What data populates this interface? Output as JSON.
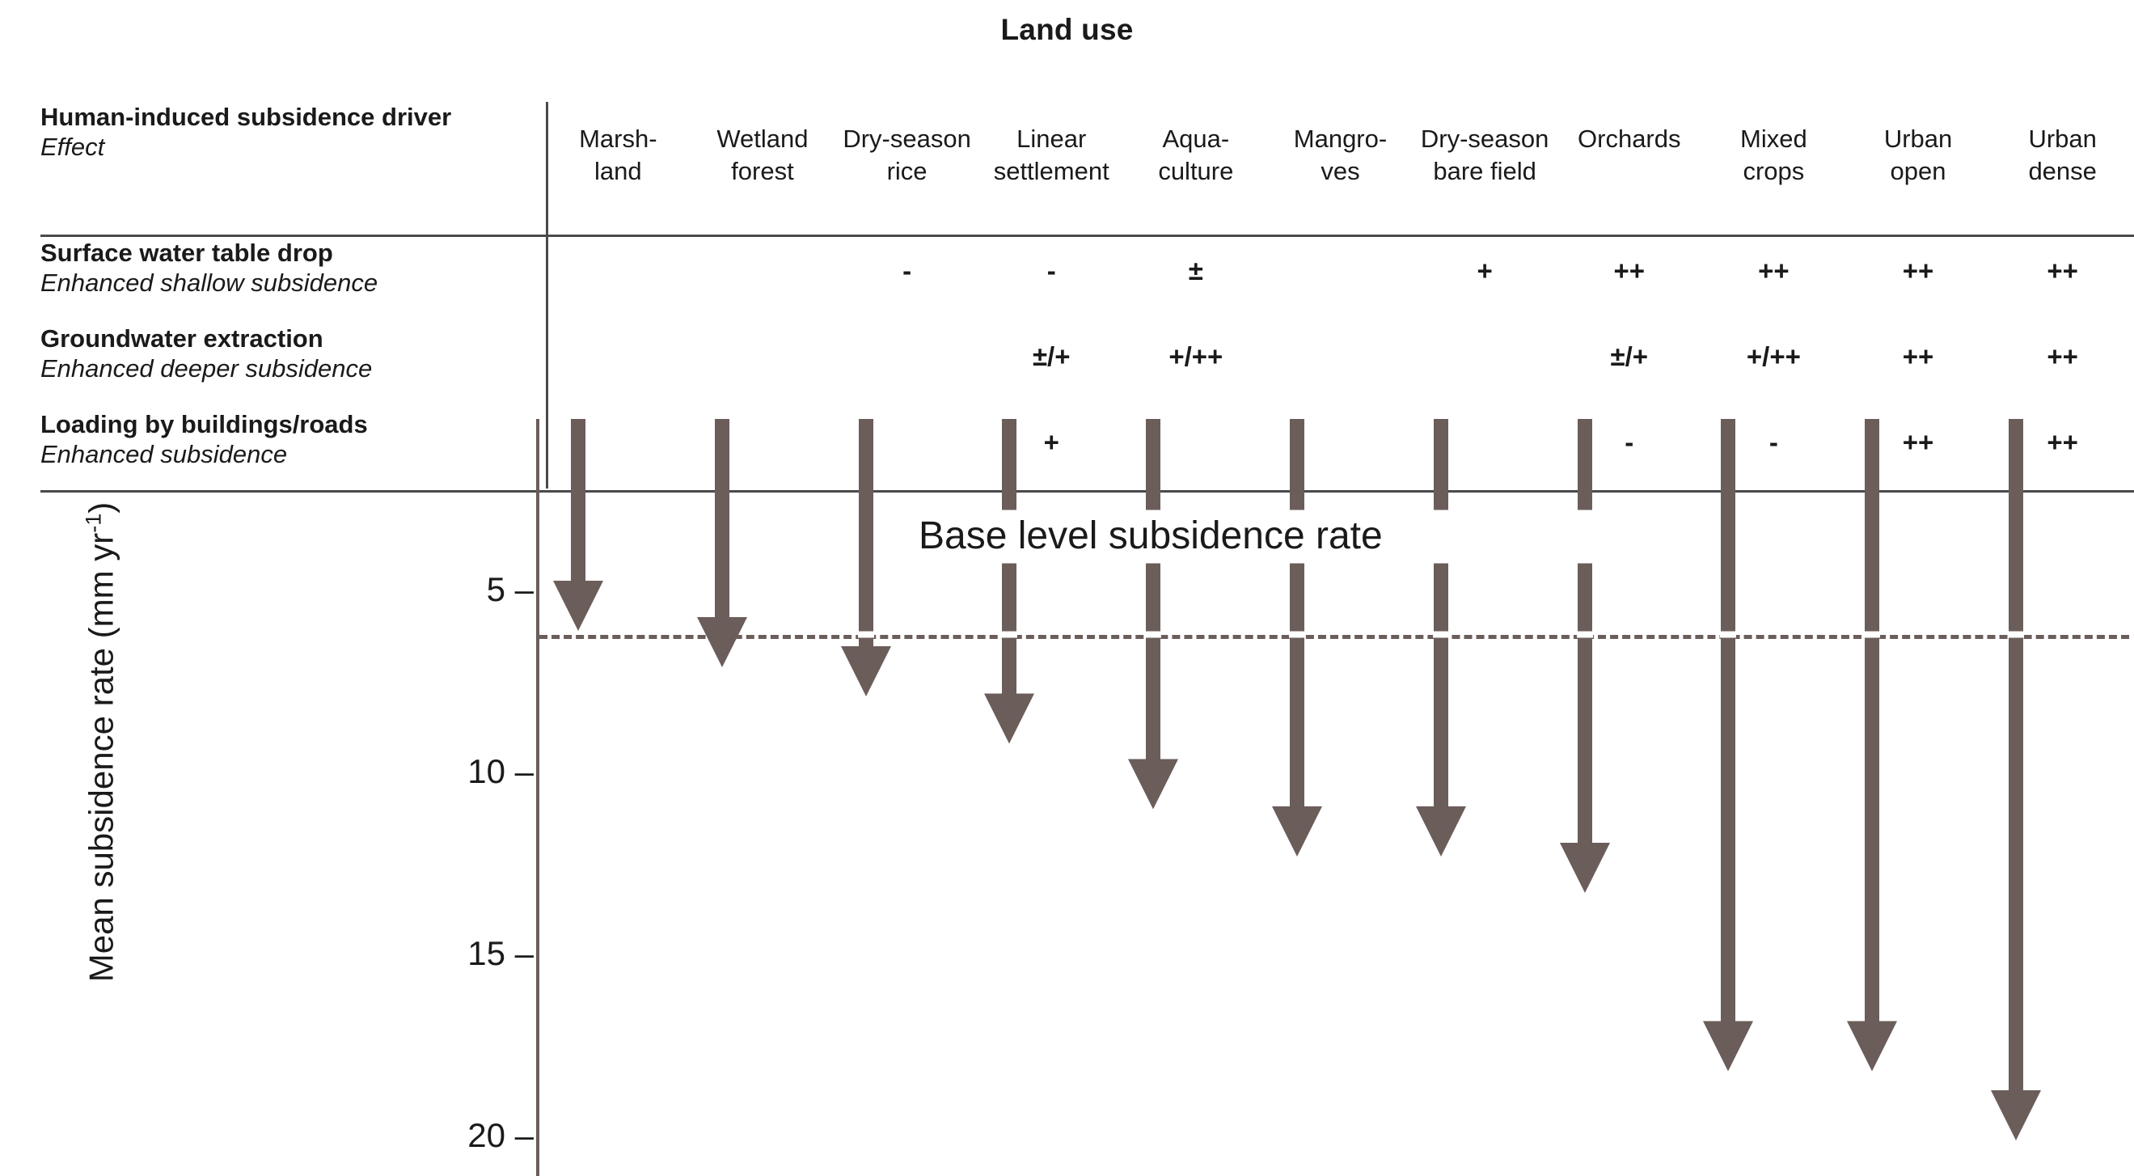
{
  "title": "Land use",
  "table": {
    "corner_label_line1": "Human-induced subsidence driver",
    "corner_label_line2": "Effect",
    "columns": [
      {
        "line1": "Marsh-",
        "line2": "land"
      },
      {
        "line1": "Wetland",
        "line2": "forest"
      },
      {
        "line1": "Dry-season",
        "line2": "rice"
      },
      {
        "line1": "Linear",
        "line2": "settlement"
      },
      {
        "line1": "Aqua-",
        "line2": "culture"
      },
      {
        "line1": "Mangro-",
        "line2": "ves"
      },
      {
        "line1": "Dry-season",
        "line2": "bare field"
      },
      {
        "line1": "Orchards",
        "line2": ""
      },
      {
        "line1": "Mixed",
        "line2": "crops"
      },
      {
        "line1": "Urban",
        "line2": "open"
      },
      {
        "line1": "Urban",
        "line2": "dense"
      }
    ],
    "rows": [
      {
        "driver": "Surface water table drop",
        "effect": "Enhanced shallow subsidence",
        "values": [
          "",
          "",
          "-",
          "-",
          "±",
          "",
          "+",
          "++",
          "++",
          "++",
          "++"
        ]
      },
      {
        "driver": "Groundwater extraction",
        "effect": "Enhanced deeper subsidence",
        "values": [
          "",
          "",
          "",
          "±/+",
          "+/++",
          "",
          "",
          "±/+",
          "+/++",
          "++",
          "++"
        ]
      },
      {
        "driver": "Loading by buildings/roads",
        "effect": "Enhanced subsidence",
        "values": [
          "",
          "",
          "",
          "+",
          "",
          "",
          "",
          "-",
          "-",
          "++",
          "++"
        ]
      }
    ]
  },
  "chart_data": {
    "type": "bar",
    "title": "",
    "annotation": "Base level subsidence rate",
    "ylabel": "Mean subsidence rate (mm yr",
    "ylabel_sup": "-1",
    "ylabel_close": ")",
    "yticks": [
      5,
      10,
      15,
      20
    ],
    "ytick_labels": [
      "5",
      "10",
      "15",
      "20"
    ],
    "ylim": [
      0,
      21.5
    ],
    "y_inverted": true,
    "baseline_value": 6.1,
    "grid": false,
    "legend": "none",
    "arrow_color": "#6b5d5a",
    "categories": [
      "Marshland",
      "Wetland forest",
      "Dry-season rice",
      "Linear settlement",
      "Aquaculture",
      "Mangroves",
      "Dry-season bare field",
      "Orchards",
      "Mixed crops",
      "Urban open",
      "Urban dense"
    ],
    "values": [
      6.0,
      7.0,
      7.8,
      9.1,
      10.9,
      12.2,
      12.2,
      13.2,
      18.1,
      18.1,
      20.0
    ]
  },
  "colors": {
    "arrow": "#6b5d5a",
    "rule": "#4a4a4a",
    "text": "#1a1a1a"
  }
}
